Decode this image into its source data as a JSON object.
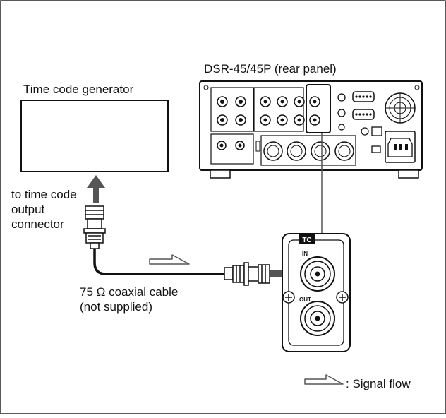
{
  "diagram": {
    "device_label": "DSR-45/45P (rear panel)",
    "generator_label": "Time code generator",
    "connector_note": "to time code output connector",
    "cable_label_line1": "75 Ω coaxial cable",
    "cable_label_line2": "(not supplied)",
    "tc_panel_title": "TC",
    "tc_in_label": "IN",
    "tc_out_label": "OUT",
    "legend_label": ": Signal flow",
    "icons": [
      "arrow-up-icon",
      "signal-flow-arrow-icon",
      "bnc-plug-icon",
      "bnc-jack-icon",
      "screw-icon",
      "fan-icon",
      "power-inlet-icon"
    ]
  }
}
